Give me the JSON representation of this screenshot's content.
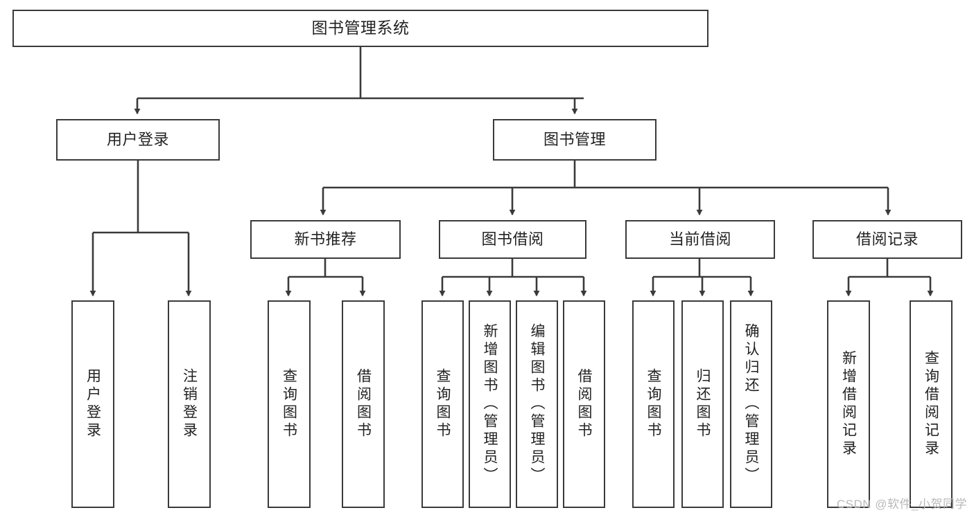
{
  "diagram": {
    "title": "图书管理系统",
    "type": "hierarchy-tree",
    "watermark": "CSDN @软件_小贺同学",
    "stroke_color": "#3a3a3a",
    "fill_color": "#ffffff",
    "text_color": "#222222"
  },
  "nodes": {
    "root": {
      "label": "图书管理系统"
    },
    "level2": [
      {
        "label": "用户登录"
      },
      {
        "label": "图书管理"
      }
    ],
    "level3": [
      {
        "label": "新书推荐"
      },
      {
        "label": "图书借阅"
      },
      {
        "label": "当前借阅"
      },
      {
        "label": "借阅记录"
      }
    ],
    "leaves": {
      "user_login": [
        {
          "label": "用户登录"
        },
        {
          "label": "注销登录"
        }
      ],
      "new_book_recommend": [
        {
          "label": "查询图书"
        },
        {
          "label": "借阅图书"
        }
      ],
      "book_borrow": [
        {
          "label": "查询图书"
        },
        {
          "label": "新增图书（管理员）"
        },
        {
          "label": "编辑图书（管理员）"
        },
        {
          "label": "借阅图书"
        }
      ],
      "current_borrow": [
        {
          "label": "查询图书"
        },
        {
          "label": "归还图书"
        },
        {
          "label": "确认归还（管理员）"
        }
      ],
      "borrow_record": [
        {
          "label": "新增借阅记录"
        },
        {
          "label": "查询借阅记录"
        }
      ]
    }
  }
}
